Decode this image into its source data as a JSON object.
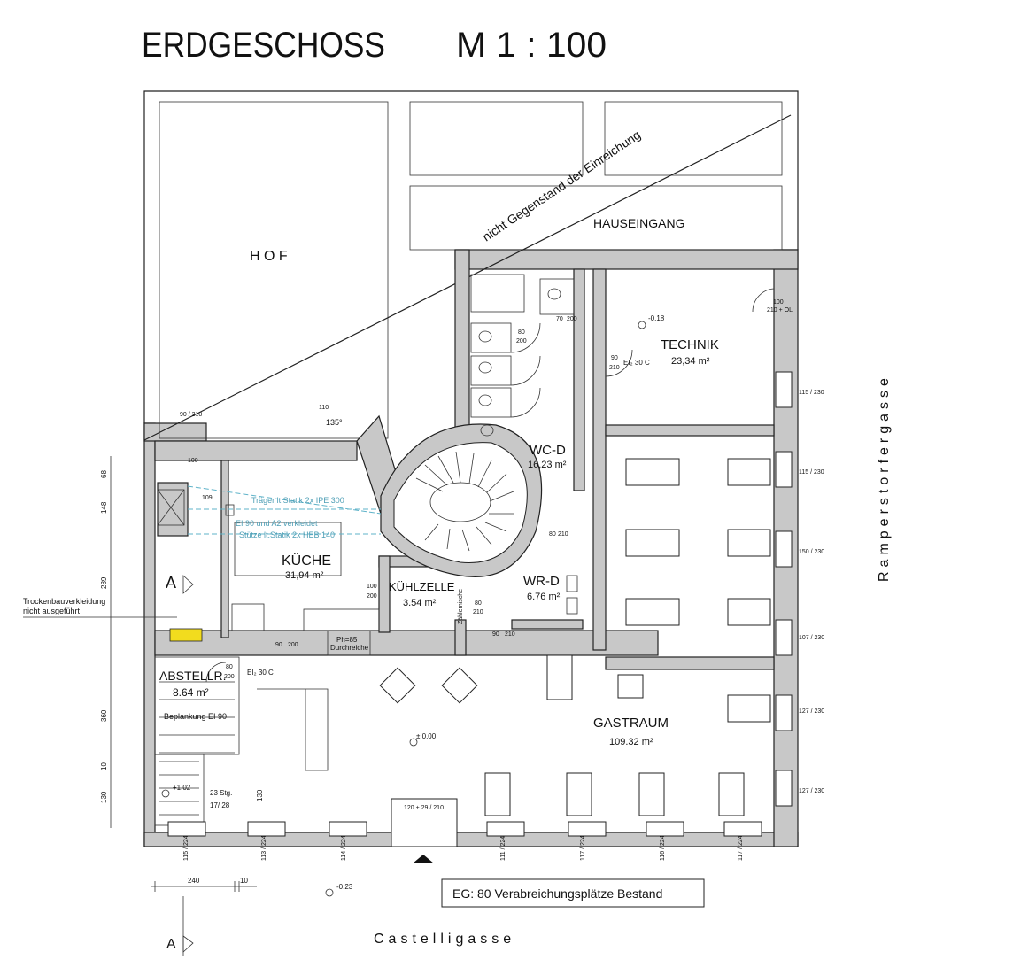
{
  "title": "ERDGESCHOSS",
  "scale": "M 1 : 100",
  "diagonal_note": "nicht Gegenstand der Einreichung",
  "street_right": "Ramperstorfergasse",
  "street_bottom": "Castelligasse",
  "summary_box": "EG: 80 Verabreichungsplätze Bestand",
  "rooms": {
    "hof": "H O F",
    "hauseingang": "HAUSEINGANG",
    "technik_name": "TECHNIK",
    "technik_area": "23,34 m²",
    "wcd_name": "WC-D",
    "wcd_area": "16,23 m²",
    "wrd_name": "WR-D",
    "wrd_area": "6.76 m²",
    "kueche_name": "KÜCHE",
    "kueche_area": "31,94 m²",
    "kuehlzelle_name": "KÜHLZELLE",
    "kuehlzelle_area": "3.54 m²",
    "abstellr_name": "ABSTELLR.",
    "abstellr_area": "8.64 m²",
    "gastraum_name": "GASTRAUM",
    "gastraum_area": "109.32 m²"
  },
  "annotations": {
    "traeger": "Träger lt.Statik 2x IPE 300",
    "ei90": "EI 90 und A2 verkleidet",
    "stuetze": "Stütze lt.Statik 2x HEB 140",
    "trockenbau_1": "Trockenbauverkleidung",
    "trockenbau_2": "nicht ausgeführt",
    "beplankung": "Beplankung EI 90",
    "durchreiche_1": "Ph=85",
    "durchreiche_2": "Durchreiche",
    "ei30_technik": "EI₂ 30 C",
    "ei30_abstell": "EI₂ 30 C",
    "stair_steps_1": "23 Stg.",
    "stair_steps_2": "17/ 28",
    "zaehler": "Zählernische",
    "section_mark": "A",
    "angle": "135°",
    "level_technik": "-0.18",
    "level_gast": "± 0.00",
    "level_stair": "+1.02",
    "level_outside": "-0.23"
  },
  "door_labels": {
    "technik_main_1": "100",
    "technik_main_2": "210 + OL",
    "technik_side_1": "90",
    "technik_side_2": "210",
    "wc_1": "80",
    "wc_2": "200",
    "wc_top_1": "70",
    "wc_top_2": "200",
    "kuehl_1": "100",
    "kuehl_2": "200",
    "wr_1": "80",
    "wr_2": "210",
    "wr_side_1": "80",
    "wr_side_2": "210",
    "vor_wr_1": "90",
    "vor_wr_2": "210",
    "kueche_1": "90",
    "kueche_2": "200",
    "abstell_1": "80",
    "abstell_2": "200",
    "entrance": "120 + 29 / 210",
    "kueche_top": "100",
    "kueche_109": "109",
    "hof_door": "90 / 210",
    "hof_110": "110"
  },
  "dims_left": [
    "68",
    "148",
    "289",
    "360",
    "10",
    "130"
  ],
  "dims_stair": "130",
  "dims_bottom": [
    "115 / 224",
    "113 / 224",
    "114 / 224",
    "111 / 224",
    "117 / 224",
    "116 / 224",
    "117 / 224"
  ],
  "dims_right": [
    "115 / 230",
    "115 / 230",
    "150 / 230",
    "107 / 230",
    "127 / 230",
    "127 / 230"
  ],
  "dims_under": [
    "240",
    "10"
  ]
}
